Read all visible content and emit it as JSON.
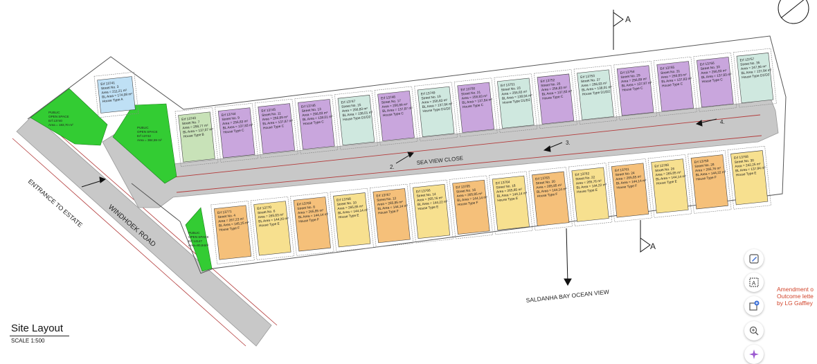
{
  "page": {
    "title": "Site Layout",
    "scale": "SCALE 1:500"
  },
  "labels": {
    "entrance": "ENTRANCE TO ESTATE",
    "road": "WINDHOEK ROAD",
    "close": "SEA VIEW CLOSE",
    "ocean_view": "SALDANHA BAY OCEAN VIEW",
    "section_a": "A",
    "arrow_2": "2.",
    "arrow_3": "3.",
    "arrow_4": "4."
  },
  "public_open_spaces": [
    {
      "line1": "PUBLIC",
      "line2": "OPEN SPACE",
      "erf": "Erf 13740",
      "area": "Area = 183,70 m²"
    },
    {
      "line1": "PUBLIC",
      "line2": "OPEN SPACE",
      "erf": "Erf 13742",
      "area": "Area = 384,59 m²"
    },
    {
      "line1": "PUBLIC",
      "line2": "OPEN SPACE",
      "erf": "Erf 14147",
      "area": "Area=80,84m²"
    }
  ],
  "top_erven": [
    {
      "erf": "Erf 13741",
      "street": "Street No. 3",
      "area": "Area = 211,21 m²",
      "bl": "BL Area = 174,08 m²",
      "house": "House Type A"
    },
    {
      "erf": "Erf 13743",
      "street": "Street No. 7",
      "area": "Area = 258,77 m²",
      "bl": "BL Area = 137,07 m²",
      "house": "House Type B"
    },
    {
      "erf": "Erf 13744",
      "street": "Street No. 9",
      "area": "Area = 256,83 m²",
      "bl": "BL Area = 137,83 m²",
      "house": "House Type C"
    },
    {
      "erf": "Erf 13745",
      "street": "Street No. 11",
      "area": "Area = 256,89 m²",
      "bl": "BL Area = 137,87 m²",
      "house": "House Type C"
    },
    {
      "erf": "Erf 13746",
      "street": "Street No. 13",
      "area": "Area = 256,83 m²",
      "bl": "BL Area = 138,01 m²",
      "house": "House Type C"
    },
    {
      "erf": "Erf 13747",
      "street": "Street No. 15",
      "area": "Area = 256,83 m²",
      "bl": "BL Area = 138,01 m²",
      "house": "House Type D1/D2"
    },
    {
      "erf": "Erf 13748",
      "street": "Street No. 17",
      "area": "Area = 256,89 m²",
      "bl": "BL Area = 137,87 m²",
      "house": "House Type C"
    },
    {
      "erf": "Erf 13749",
      "street": "Street No. 19",
      "area": "Area = 256,83 m²",
      "bl": "BL Area = 137,84 m²",
      "house": "House Type D1/D2"
    },
    {
      "erf": "Erf 13750",
      "street": "Street No. 21",
      "area": "Area = 256,83 m²",
      "bl": "BL Area = 137,84 m²",
      "house": "House Type C"
    },
    {
      "erf": "Erf 13751",
      "street": "Street No. 23",
      "area": "Area = 256,83 m²",
      "bl": "BL Area = 138,04 m²",
      "house": "House Type D1/D2"
    },
    {
      "erf": "Erf 13752",
      "street": "Street No. 25",
      "area": "Area = 256,83 m²",
      "bl": "BL Area = 137,83 m²",
      "house": "House Type C"
    },
    {
      "erf": "Erf 13753",
      "street": "Street No. 27",
      "area": "Area = 256,83 m²",
      "bl": "BL Area = 138,01 m²",
      "house": "House Type D1/D2"
    },
    {
      "erf": "Erf 13754",
      "street": "Street No. 29",
      "area": "Area = 256,89 m²",
      "bl": "BL Area = 137,87 m²",
      "house": "House Type C"
    },
    {
      "erf": "Erf 13755",
      "street": "Street No. 31",
      "area": "Area = 256,83 m²",
      "bl": "BL Area = 137,83 m²",
      "house": "House Type C"
    },
    {
      "erf": "Erf 13756",
      "street": "Street No. 33",
      "area": "Area = 256,83 m²",
      "bl": "BL Area = 137,83 m²",
      "house": "House Type C"
    },
    {
      "erf": "Erf 13757",
      "street": "Street No. 35",
      "area": "Area = 247,96 m²",
      "bl": "BL Area = 137,84 m²",
      "house": "House Type D1/D2"
    }
  ],
  "bottom_erven": [
    {
      "erf": "Erf 13771",
      "street": "Street No. 4",
      "area": "Area = 267,23 m²",
      "bl": "BL Area = 145,25 m²",
      "house": "House Type F"
    },
    {
      "erf": "Erf 13770",
      "street": "Street No. 6",
      "area": "Area = 265,83 m²",
      "bl": "BL Area = 144,20 m²",
      "house": "House Type E"
    },
    {
      "erf": "Erf 13769",
      "street": "Street No. 8",
      "area": "Area = 265,85 m²",
      "bl": "BL Area = 144,14 m²",
      "house": "House Type F"
    },
    {
      "erf": "Erf 13768",
      "street": "Street No. 10",
      "area": "Area = 265,85 m²",
      "bl": "BL Area = 144,14 m²",
      "house": "House Type E"
    },
    {
      "erf": "Erf 13767",
      "street": "Street No. 12",
      "area": "Area = 265,85 m²",
      "bl": "BL Area = 144,14 m²",
      "house": "House Type F"
    },
    {
      "erf": "Erf 13766",
      "street": "Street No. 14",
      "area": "Area = 265,76 m²",
      "bl": "BL Area = 144,22 m²",
      "house": "House Type E"
    },
    {
      "erf": "Erf 13765",
      "street": "Street No. 16",
      "area": "Area = 265,85 m²",
      "bl": "BL Area = 144,14 m²",
      "house": "House Type F"
    },
    {
      "erf": "Erf 13764",
      "street": "Street No. 18",
      "area": "Area = 265,85 m²",
      "bl": "BL Area = 144,14 m²",
      "house": "House Type E"
    },
    {
      "erf": "Erf 13763",
      "street": "Street No. 20",
      "area": "Area = 265,85 m²",
      "bl": "BL Area = 144,14 m²",
      "house": "House Type F"
    },
    {
      "erf": "Erf 13762",
      "street": "Street No. 22",
      "area": "Area = 265,76 m²",
      "bl": "BL Area = 144,22 m²",
      "house": "House Type E"
    },
    {
      "erf": "Erf 13761",
      "street": "Street No. 24",
      "area": "Area = 265,85 m²",
      "bl": "BL Area = 144,14 m²",
      "house": "House Type F"
    },
    {
      "erf": "Erf 13760",
      "street": "Street No. 26",
      "area": "Area = 265,85 m²",
      "bl": "BL Area = 144,14 m²",
      "house": "House Type E"
    },
    {
      "erf": "Erf 13759",
      "street": "Street No. 28",
      "area": "Area = 265,76 m²",
      "bl": "BL Area = 144,22 m²",
      "house": "House Type F"
    },
    {
      "erf": "Erf 13758",
      "street": "Street No. 30",
      "area": "Area = 242,25 m²",
      "bl": "BL Area = 137,84 m²",
      "house": "House Type E"
    }
  ],
  "amendment": {
    "line1": "Amendment o",
    "line2": "Outcome lette",
    "line3": "by LG Gaffley"
  },
  "toolbar": [
    {
      "name": "draw-icon"
    },
    {
      "name": "text-box-icon"
    },
    {
      "name": "add-note-icon"
    },
    {
      "name": "zoom-in-icon"
    },
    {
      "name": "sparkle-icon"
    }
  ],
  "colors": {
    "open_space": "#33cc33",
    "house_purple": "#c9a6dd",
    "house_mint": "#cfe8df",
    "house_blue": "#bfe0f5",
    "house_green": "#c8e2b8",
    "house_orange": "#f5c07a",
    "house_yellow": "#f7e08f",
    "road": "#c8c8c8",
    "boundary_red": "#b33a3a",
    "lot_outline": "#888888",
    "amendment_red": "#d2452c"
  }
}
